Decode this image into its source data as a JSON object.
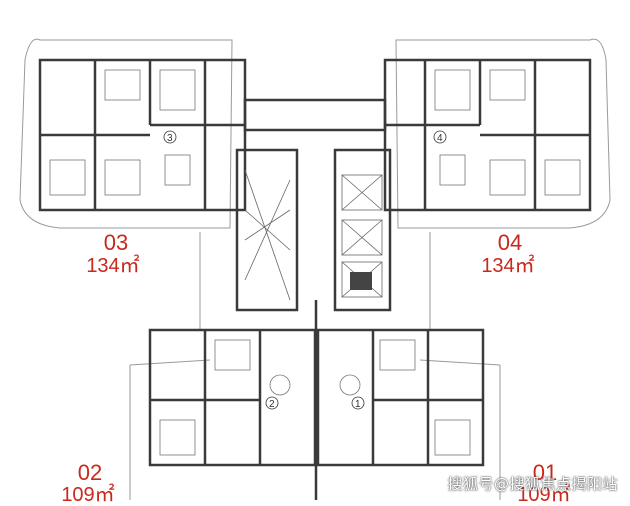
{
  "units": [
    {
      "code": "03",
      "area": "134㎡",
      "plan_number": "3"
    },
    {
      "code": "04",
      "area": "134㎡",
      "plan_number": "4"
    },
    {
      "code": "02",
      "area": "109㎡",
      "plan_number": "2"
    },
    {
      "code": "01",
      "area": "109㎡",
      "plan_number": "1"
    }
  ],
  "watermark": "搜狐号@搜狐焦点揭阳站",
  "colors": {
    "label_red": "#c8281e",
    "wall": "#3a3a3a",
    "line": "#888888"
  }
}
